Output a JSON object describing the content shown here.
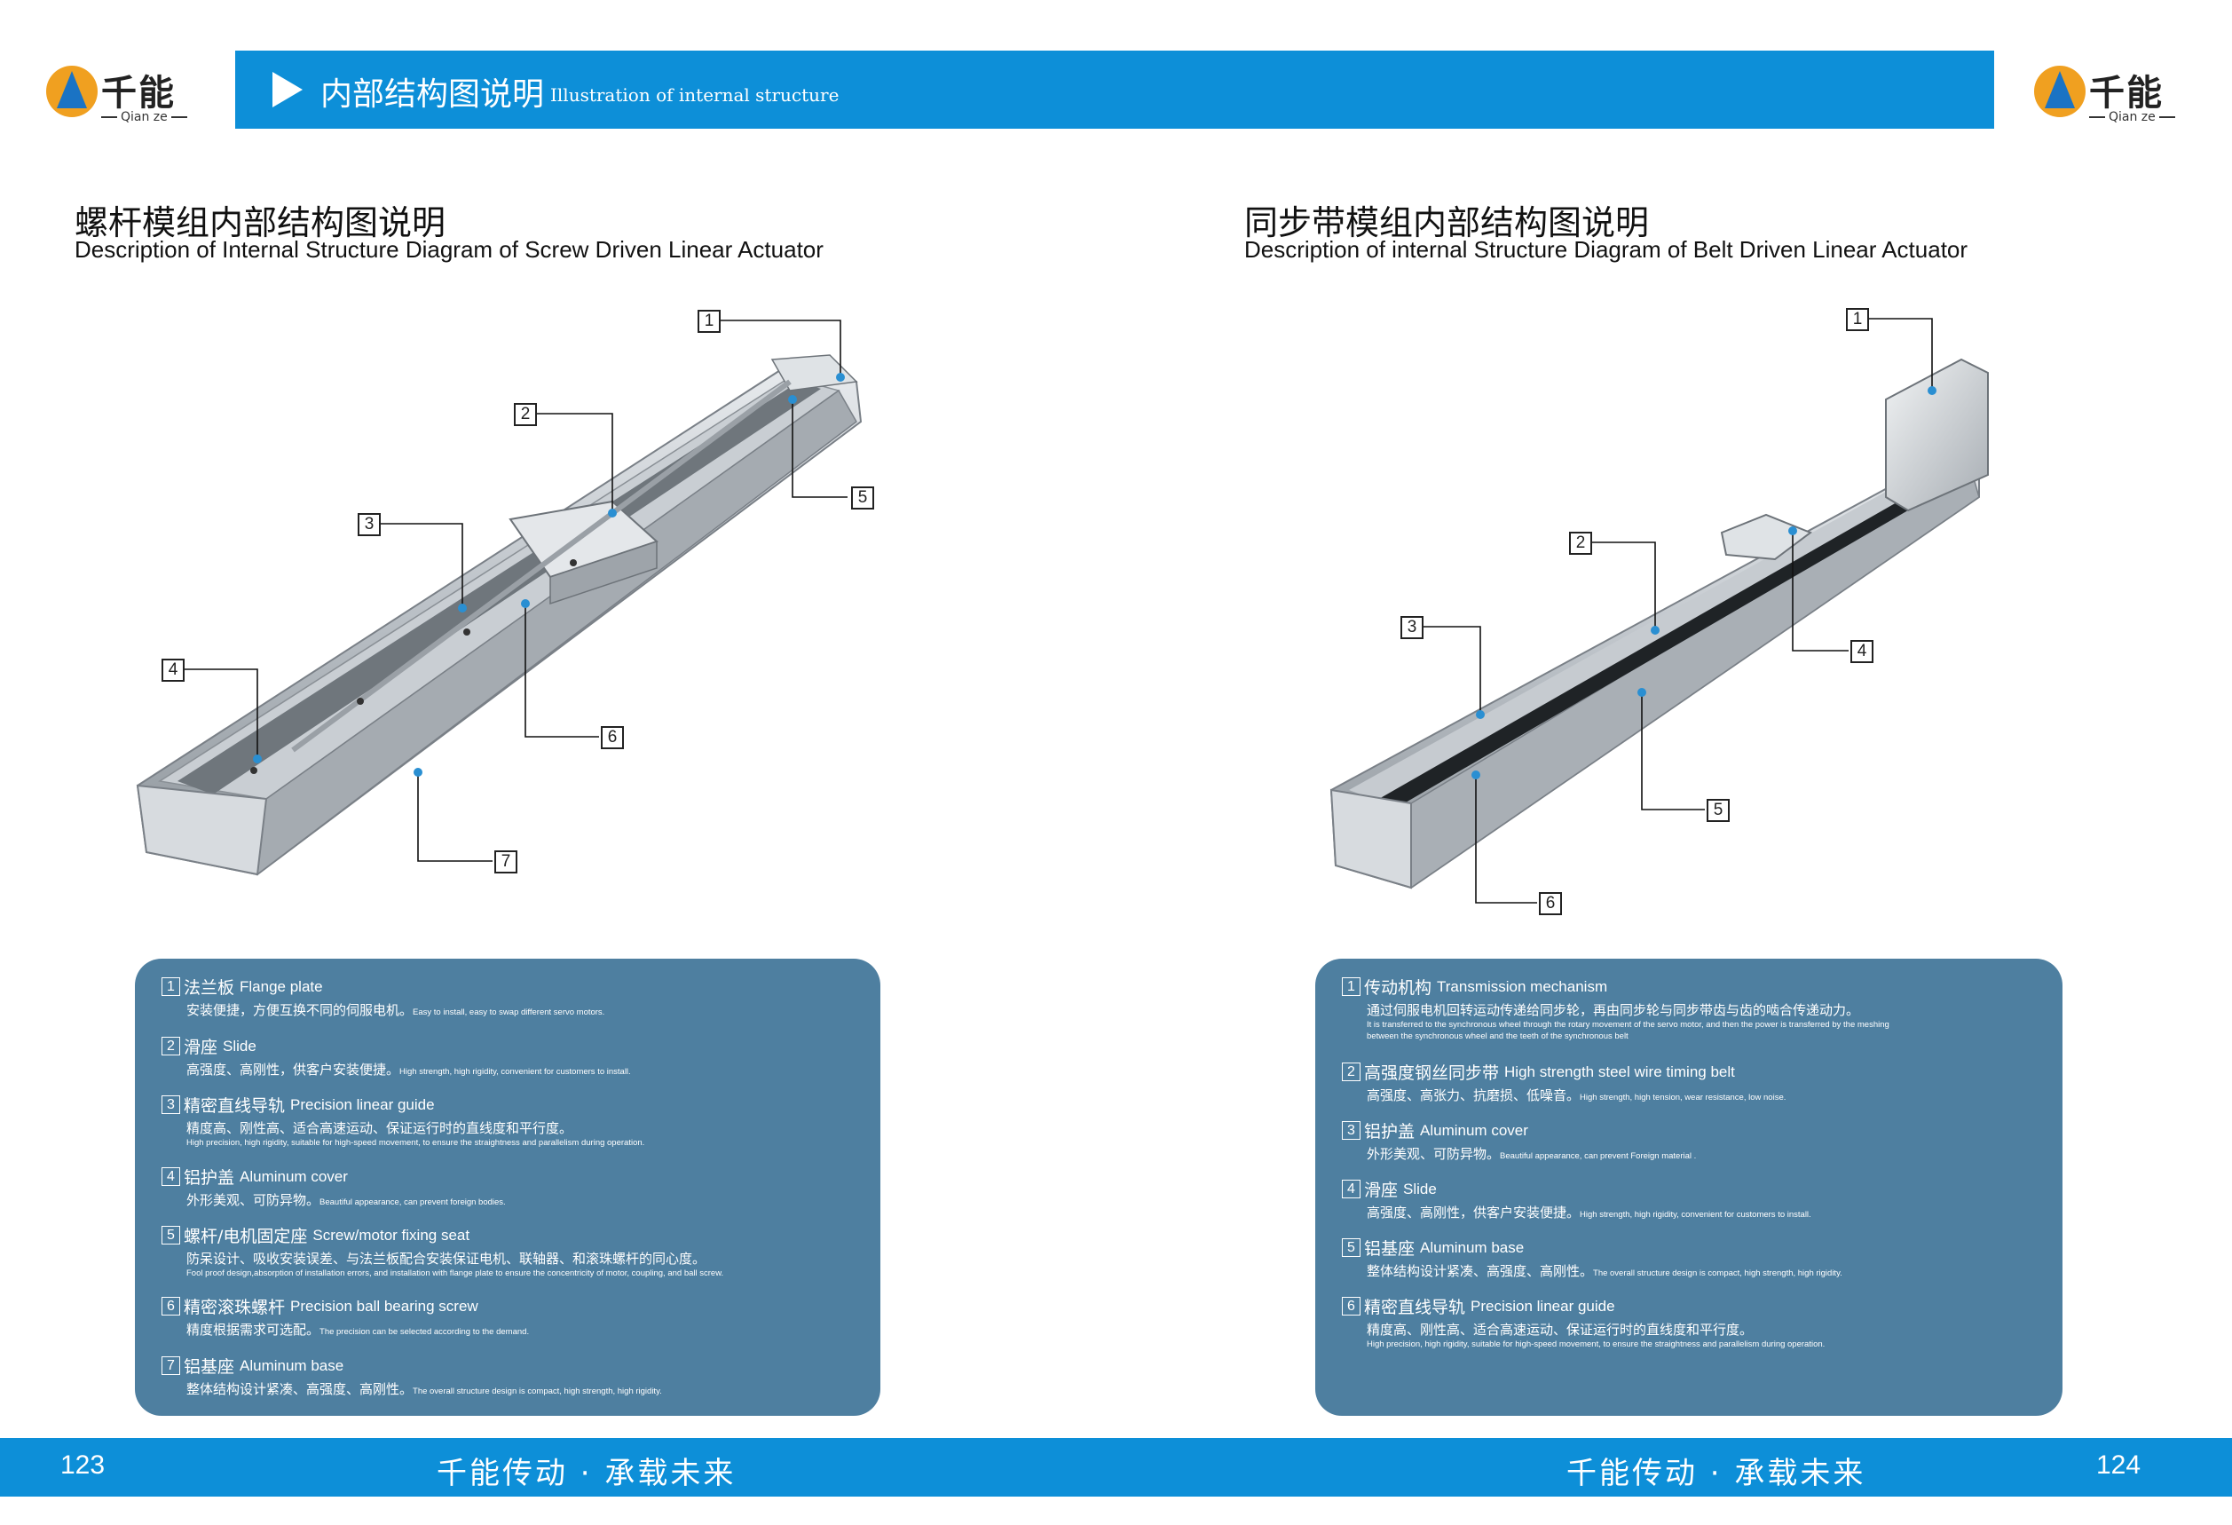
{
  "logo": {
    "brand": "千能",
    "sub": "Qian ze"
  },
  "header": {
    "title_cn": "内部结构图说明",
    "title_en": "Illustration of internal structure"
  },
  "left": {
    "title_cn": "螺杆模组内部结构图说明",
    "title_en": "Description of Internal Structure Diagram of Screw Driven Linear Actuator",
    "callouts": [
      "1",
      "2",
      "3",
      "4",
      "5",
      "6",
      "7"
    ],
    "items": [
      {
        "num": "1",
        "cn": "法兰板",
        "en": "Flange plate",
        "desc_cn": "安装便捷，方便互换不同的伺服电机。",
        "desc_en": "Easy to install, easy to swap different servo motors."
      },
      {
        "num": "2",
        "cn": "滑座",
        "en": "Slide",
        "desc_cn": "高强度、高刚性，供客户安装便捷。",
        "desc_en": "High strength, high rigidity, convenient for customers to install."
      },
      {
        "num": "3",
        "cn": "精密直线导轨",
        "en": "Precision linear guide",
        "desc_cn": "精度高、刚性高、适合高速运动、保证运行时的直线度和平行度。",
        "desc_en": "High precision, high rigidity, suitable for high-speed movement, to ensure the straightness and parallelism during operation."
      },
      {
        "num": "4",
        "cn": "铝护盖",
        "en": "Aluminum cover",
        "desc_cn": "外形美观、可防异物。",
        "desc_en": "Beautiful appearance, can prevent foreign bodies."
      },
      {
        "num": "5",
        "cn": "螺杆/电机固定座",
        "en": "Screw/motor fixing seat",
        "desc_cn": "防呆设计、吸收安装误差、与法兰板配合安装保证电机、联轴器、和滚珠螺杆的同心度。",
        "desc_en": "Fool proof design,absorption of installation errors, and installation with flange plate to ensure the concentricity of motor, coupling, and ball screw."
      },
      {
        "num": "6",
        "cn": "精密滚珠螺杆",
        "en": "Precision ball bearing screw",
        "desc_cn": "精度根据需求可选配。",
        "desc_en": "The precision can be selected according to the demand."
      },
      {
        "num": "7",
        "cn": "铝基座",
        "en": "Aluminum base",
        "desc_cn": "整体结构设计紧凑、高强度、高刚性。",
        "desc_en": "The overall structure design is compact, high strength, high rigidity."
      }
    ]
  },
  "right": {
    "title_cn": "同步带模组内部结构图说明",
    "title_en": "Description of internal Structure Diagram of Belt Driven Linear Actuator",
    "callouts": [
      "1",
      "2",
      "3",
      "4",
      "5",
      "6"
    ],
    "items": [
      {
        "num": "1",
        "cn": "传动机构",
        "en": "Transmission mechanism",
        "desc_cn": "通过伺服电机回转运动传递给同步轮，再由同步轮与同步带齿与齿的啮合传递动力。",
        "desc_en": "It is transferred to the synchronous wheel through the rotary movement of the servo motor, and then the power is transferred by the meshing",
        "desc_en2": "between the synchronous wheel and the teeth of the synchronous belt"
      },
      {
        "num": "2",
        "cn": "高强度钢丝同步带",
        "en": "High strength steel wire timing belt",
        "desc_cn": "高强度、高张力、抗磨损、低噪音。",
        "desc_en": "High strength, high tension, wear resistance, low noise."
      },
      {
        "num": "3",
        "cn": "铝护盖",
        "en": "Aluminum cover",
        "desc_cn": "外形美观、可防异物。",
        "desc_en": "Beautiful appearance, can prevent Foreign material ."
      },
      {
        "num": "4",
        "cn": "滑座",
        "en": "Slide",
        "desc_cn": "高强度、高刚性，供客户安装便捷。",
        "desc_en": "High strength, high rigidity, convenient for customers to install."
      },
      {
        "num": "5",
        "cn": "铝基座",
        "en": "Aluminum base",
        "desc_cn": "整体结构设计紧凑、高强度、高刚性。",
        "desc_en": "The overall structure design is compact, high strength, high rigidity."
      },
      {
        "num": "6",
        "cn": "精密直线导轨",
        "en": "Precision linear guide",
        "desc_cn": "精度高、刚性高、适合高速运动、保证运行时的直线度和平行度。",
        "desc_en": "High precision, high rigidity, suitable for high-speed movement, to ensure the straightness and parallelism during operation."
      }
    ]
  },
  "footer": {
    "page_left": "123",
    "page_right": "124",
    "slogan_left": "千能传动 · 承载未来",
    "slogan_right": "千能传动 · 承载未来"
  }
}
